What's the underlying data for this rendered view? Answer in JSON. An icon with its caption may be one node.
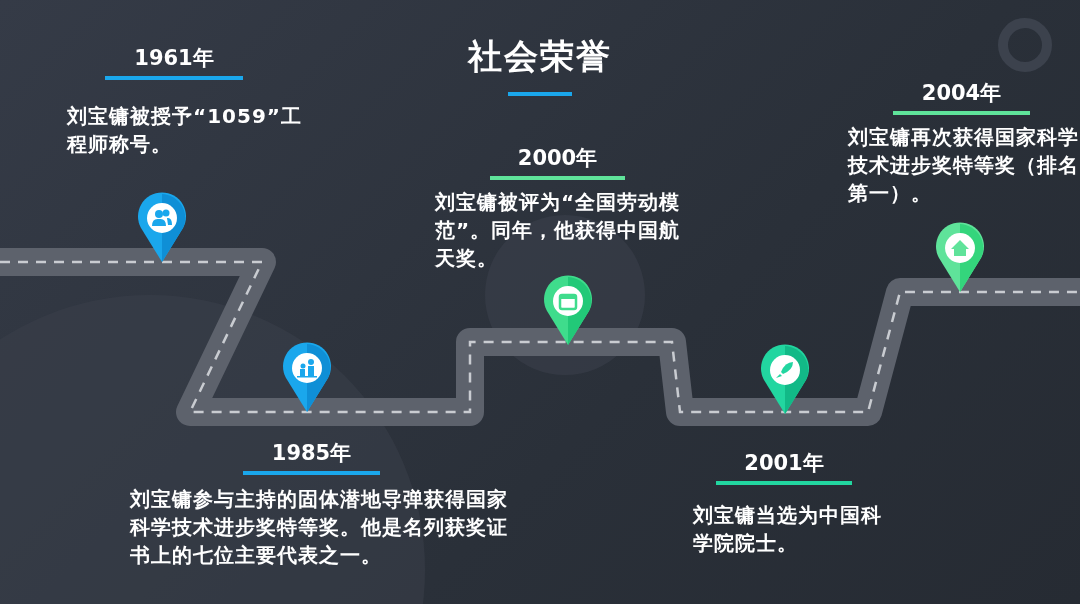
{
  "diagram": {
    "title": "社会荣誉",
    "labels": [
      "1961年",
      "刘宝镛被授予“1059”工程师称号。",
      "2004年",
      "刘宝镛再次获得国家科学技术进步奖特等奖（排名第一）。",
      "2000年",
      "刘宝镛被评为“全国劳动模范”。同年，他获得中国航天奖。",
      "1985年",
      "刘宝镛参与主持的固体潜地导弹获得国家科学技术进步奖特等奖。他是名列获奖证书上的七位主要代表之一。",
      "2001年",
      "刘宝镛当选为中国科学院院士。"
    ]
  }
}
